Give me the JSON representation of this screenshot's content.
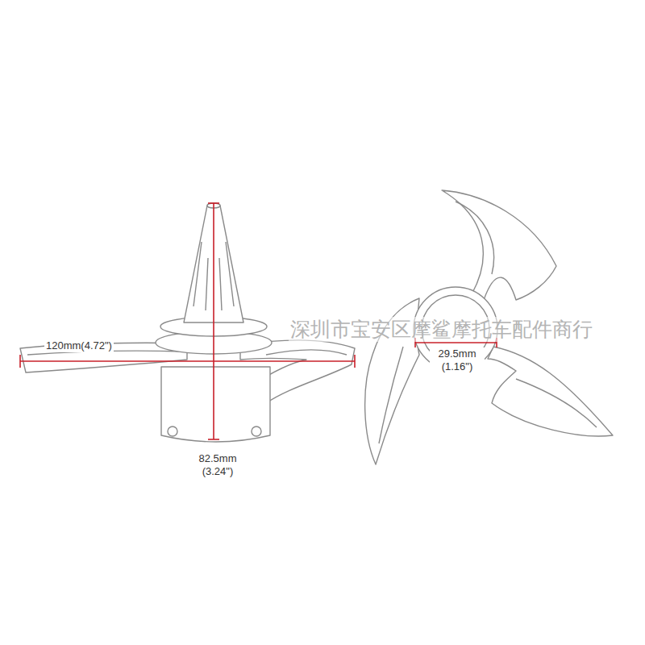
{
  "diagram": {
    "labels": [
      "深圳市宝安区摩鲨摩托车配件商行",
      "120mm(4.72\")",
      "82.5mm (3.24\")",
      "29.5mm (1.16\")"
    ]
  }
}
